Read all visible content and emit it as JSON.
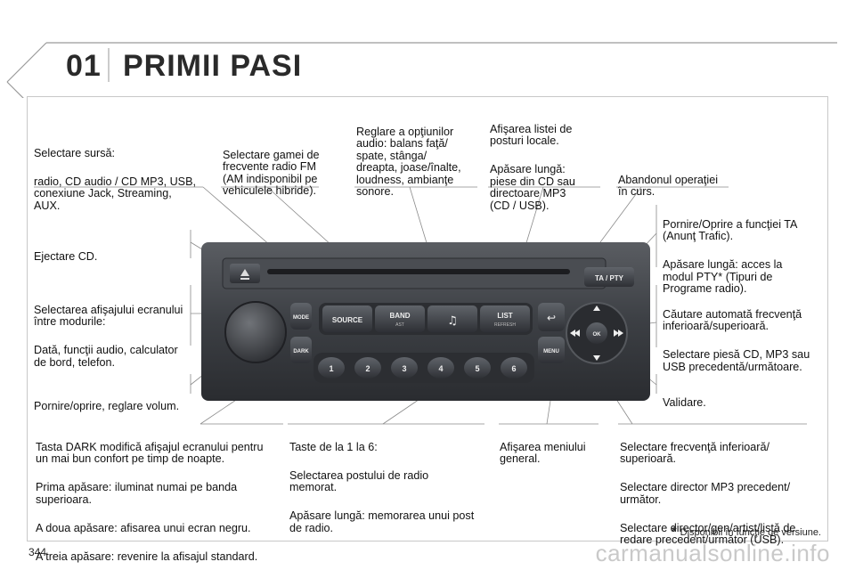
{
  "header": {
    "chapter_number": "01",
    "chapter_title": "PRIMII PASI"
  },
  "page_number": "344",
  "footnote": {
    "marker": "*",
    "text": "Disponibil în funcţie de versiune."
  },
  "watermark": "carmanualsonline.info",
  "radio": {
    "buttons": {
      "source": "SOURCE",
      "band": "BAND",
      "band_sub": "AST",
      "list": "LIST",
      "list_sub": "REFRESH",
      "ta_pty": "TA / PTY",
      "mode": "MODE",
      "dark": "DARK",
      "menu": "MENU",
      "ok": "OK",
      "presets": [
        "1",
        "2",
        "3",
        "4",
        "5",
        "6"
      ]
    }
  },
  "callouts": {
    "source": {
      "lines": [
        "Selectare sursă:",
        "radio, CD audio / CD MP3, USB,\nconexiune Jack, Streaming,\nAUX."
      ]
    },
    "band": {
      "lines": [
        "Selectare gamei de\nfrecvente radio FM\n(AM indisponibil pe\nvehiculele hibride)."
      ]
    },
    "audio": {
      "lines": [
        "Reglare a opţiunilor\naudio: balans faţă/\nspate, stânga/\ndreapta, joase/înalte,\nloudness, ambianţe\nsonore."
      ]
    },
    "list": {
      "lines": [
        "Afişarea listei de\nposturi locale.",
        "Apăsare lungă:\npiese din CD sau\ndirectoare MP3\n(CD / USB)."
      ]
    },
    "back": {
      "lines": [
        "Abandonul operaţiei\nîn curs."
      ]
    },
    "ta": {
      "lines": [
        "Pornire/Oprire a funcţiei TA\n(Anunţ Trafic).",
        "Apăsare lungă: acces la\nmodul PTY* (Tipuri de\nPrograme radio)."
      ]
    },
    "eject": {
      "lines": [
        "Ejectare CD."
      ]
    },
    "mode": {
      "lines": [
        "Selectarea afişajului ecranului\nîntre modurile:",
        "Dată, funcţii audio, calculator\nde bord, telefon."
      ]
    },
    "seek": {
      "lines": [
        "Căutare automată frecvenţă\ninferioară/superioară.",
        "Selectare piesă CD, MP3 sau\nUSB precedentă/următoare."
      ]
    },
    "power": {
      "lines": [
        "Pornire/oprire, reglare volum."
      ]
    },
    "validate": {
      "lines": [
        "Validare."
      ]
    },
    "dark": {
      "lines": [
        "Tasta DARK modifică afişajul ecranului pentru\nun mai bun confort pe timp de noapte.",
        "Prima apăsare: iluminat numai pe banda\nsuperioara.",
        "A doua apăsare: afisarea unui ecran negru.",
        "A treia apăsare: revenire la afisajul standard."
      ]
    },
    "presets": {
      "lines": [
        "Taste de la 1 la 6:",
        "Selectarea postului de radio\nmemorat.",
        "Apăsare lungă: memorarea unui post\nde radio."
      ]
    },
    "menu": {
      "lines": [
        "Afişarea meniului\ngeneral."
      ]
    },
    "updown": {
      "lines": [
        "Selectare frecvenţă inferioară/\nsuperioară.",
        "Selectare director MP3 precedent/\nurmător.",
        "Selectare director/gen/artist/listă de\nredare precedent/următor (USB)."
      ]
    }
  }
}
